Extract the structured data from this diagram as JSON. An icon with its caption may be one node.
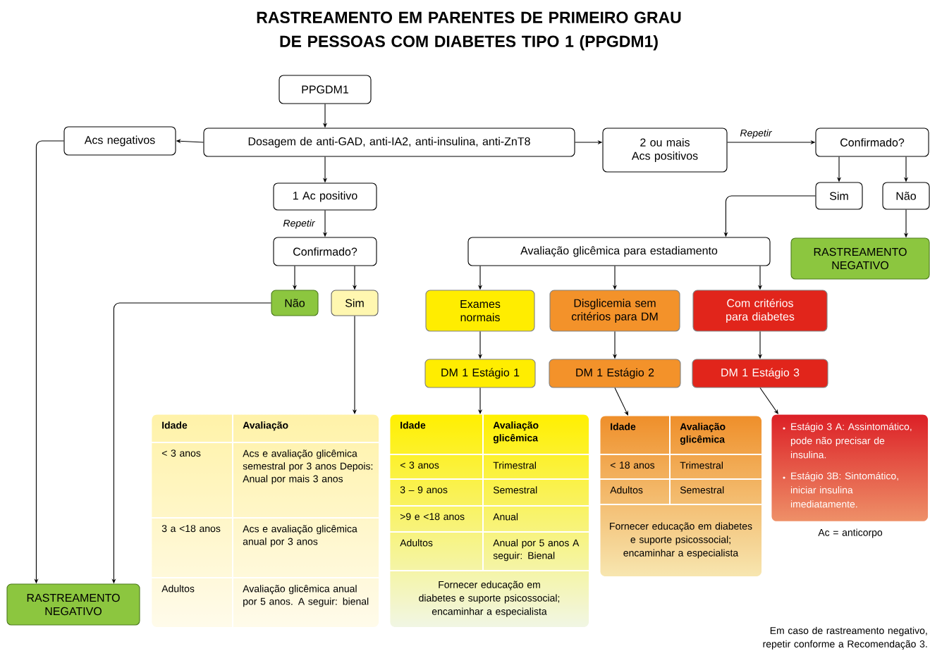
{
  "diagram": {
    "title": "RASTREAMENTO EM PARENTES DE PRIMEIRO GRAU DE PESSOAS COM DIABETES TIPO 1 (PPGDM1)",
    "nodes": [
      {
        "text": [
          "PPGDM1"
        ]
      },
      {
        "text": [
          "Dosagem de anti-GAD, anti-IA2, anti-insulina, anti-ZnT8"
        ]
      },
      {
        "text": [
          "Acs negativos"
        ]
      },
      {
        "text": [
          "2 ou mais Acs positivos"
        ]
      },
      {
        "text": [
          "Confirmado?"
        ]
      },
      {
        "text": [
          "Sim"
        ]
      },
      {
        "text": [
          "Não"
        ]
      },
      {
        "text": [
          "RASTREAMENTO NEGATIVO"
        ]
      },
      {
        "text": [
          "1 Ac positivo"
        ]
      },
      {
        "text": [
          "Confirmado?"
        ]
      },
      {
        "text": [
          "Não"
        ]
      },
      {
        "text": [
          "Sim"
        ]
      },
      {
        "text": [
          "Avaliação glicêmica para estadiamento"
        ]
      },
      {
        "text": [
          "Exames normais"
        ]
      },
      {
        "text": [
          "Disglicemia sem critérios para DM"
        ]
      },
      {
        "text": [
          "Com critérios para diabetes"
        ]
      },
      {
        "text": [
          "DM 1 Estágio 1"
        ]
      },
      {
        "text": [
          "DM 1 Estágio 2"
        ]
      },
      {
        "text": [
          "DM 1 Estágio 3"
        ]
      },
      {
        "text": [
          "Idade",
          "Avaliação",
          "< 3 anos",
          "Acs e avaliação glicêmica semestral por 3 anos Depois: Anual por mais 3 anos",
          "3 a <18 anos",
          "Acs e avaliação glicêmica anual por 3 anos",
          "Adultos",
          "Avaliação glicêmica anual por 5 anos. A seguir: bienal"
        ]
      },
      {
        "text": [
          "Idade",
          "Avaliação glicêmica",
          "< 3 anos",
          "Trimestral",
          "3 – 9 anos",
          "Semestral",
          ">9 e <18 anos",
          "Anual",
          "Adultos",
          "Anual por 5 anos A seguir: Bienal",
          "Fornecer educação em diabetes e suporte psicossocial; encaminhar a especialista"
        ]
      },
      {
        "text": [
          "Idade",
          "Avaliação glicêmica",
          "< 18 anos",
          "Trimestral",
          "Adultos",
          "Semestral",
          "Fornecer educação em diabetes e suporte psicossocial; encaminhar a especialista"
        ]
      },
      {
        "text": [
          "Estágio 3 A: Assintomático, pode não precisar de insulina.",
          "Estágio 3B: Sintomático, iniciar insulina imediatamente."
        ]
      },
      {
        "text": [
          "RASTREAMENTO NEGATIVO"
        ]
      }
    ],
    "edges": [
      {
        "from": 0,
        "to": 1,
        "arrow": "to"
      },
      {
        "from": 1,
        "to": 2,
        "arrow": "to"
      },
      {
        "from": 1,
        "to": 3,
        "arrow": "to"
      },
      {
        "from": 3,
        "to": 4,
        "arrow": "to",
        "label": "Repetir"
      },
      {
        "from": 4,
        "to": 5,
        "arrow": "to"
      },
      {
        "from": 4,
        "to": 6,
        "arrow": "to"
      },
      {
        "from": 5,
        "to": 12,
        "arrow": "to"
      },
      {
        "from": 6,
        "to": 7,
        "arrow": "to"
      },
      {
        "from": 1,
        "to": 8,
        "arrow": "to"
      },
      {
        "from": 8,
        "to": 9,
        "arrow": "to",
        "label": "Repetir"
      },
      {
        "from": 9,
        "to": 10,
        "arrow": "to"
      },
      {
        "from": 9,
        "to": 11,
        "arrow": "to"
      },
      {
        "from": 2,
        "to": 23,
        "arrow": "to"
      },
      {
        "from": 10,
        "to": 23,
        "arrow": "to"
      },
      {
        "from": 11,
        "to": 19,
        "arrow": "to"
      },
      {
        "from": 12,
        "to": 13,
        "arrow": "to"
      },
      {
        "from": 12,
        "to": 14,
        "arrow": "to"
      },
      {
        "from": 12,
        "to": 15,
        "arrow": "to"
      },
      {
        "from": 13,
        "to": 16,
        "arrow": "to"
      },
      {
        "from": 14,
        "to": 17,
        "arrow": "to"
      },
      {
        "from": 15,
        "to": 18,
        "arrow": "to"
      },
      {
        "from": 16,
        "to": 20,
        "arrow": "to"
      },
      {
        "from": 17,
        "to": 21,
        "arrow": "to"
      },
      {
        "from": 18,
        "to": 22,
        "arrow": "to"
      }
    ],
    "labels": [
      "Ac = anticorpo",
      "Em caso de rastreamento negativo, repetir conforme a Recomendação 3."
    ]
  }
}
